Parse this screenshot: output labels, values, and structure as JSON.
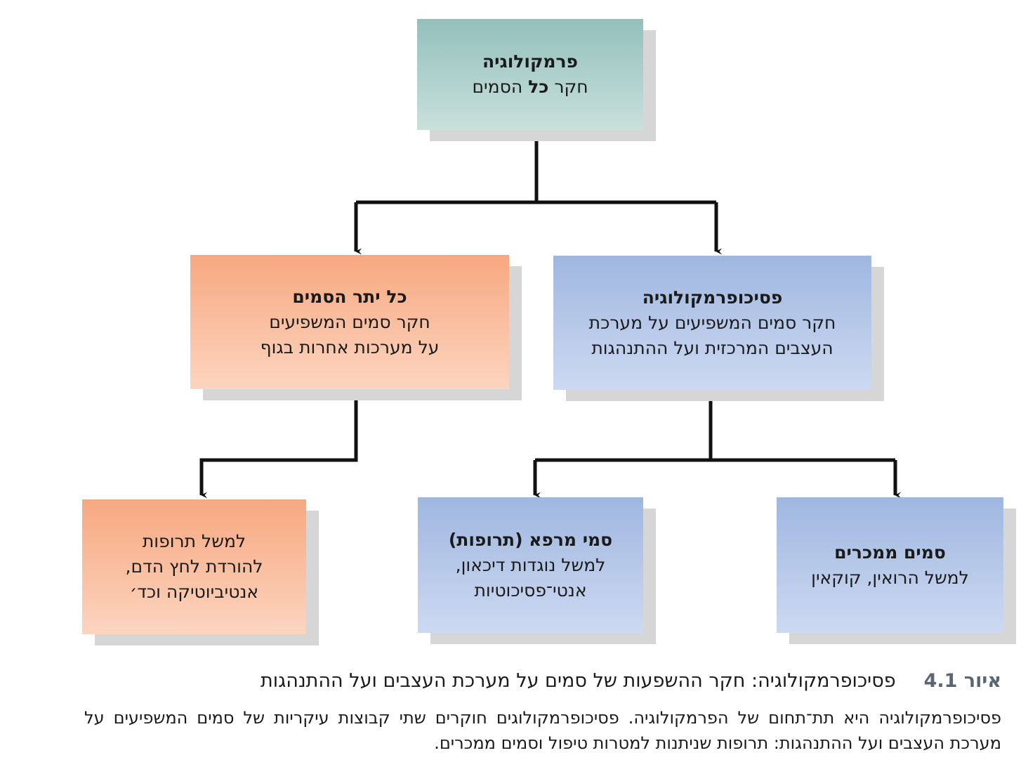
{
  "boxes": {
    "pharmacology": {
      "title": "פרמקולוגיה",
      "line_prefix": "חקר ",
      "line_bold": "כל",
      "line_suffix": " הסמים"
    },
    "other_drugs": {
      "title": "כל יתר הסמים",
      "lines": [
        "חקר סמים המשפיעים",
        "על מערכות אחרות בגוף"
      ]
    },
    "psychopharmacology": {
      "title": "פסיכופרמקולוגיה",
      "lines": [
        "חקר סמים המשפיעים על מערכת",
        "העצבים המרכזית ועל ההתנהגות"
      ]
    },
    "other_example": {
      "lines": [
        "למשל תרופות",
        "להורדת לחץ הדם,",
        "אנטיביוטיקה וכד׳"
      ]
    },
    "medicinal": {
      "title": "סמי מרפא (תרופות)",
      "lines": [
        "למשל נוגדות דיכאון,",
        "אנטי־פסיכוטיות"
      ]
    },
    "addictive": {
      "title": "סמים ממכרים",
      "lines": [
        "למשל הרואין, קוקאין"
      ]
    }
  },
  "caption": {
    "figure_label": "איור",
    "figure_number": "4.1",
    "title": "פסיכופרמקולוגיה: חקר ההשפעות של סמים על מערכת העצבים ועל ההתנהגות",
    "description": "פסיכופרמקולוגיה היא תת־תחום של הפרמקולוגיה. פסיכופרמקולוגים חוקרים שתי קבוצות עיקריות של סמים המשפיעים על מערכת העצבים ועל ההתנהגות: תרופות שניתנות למטרות טיפול וסמים ממכרים."
  }
}
